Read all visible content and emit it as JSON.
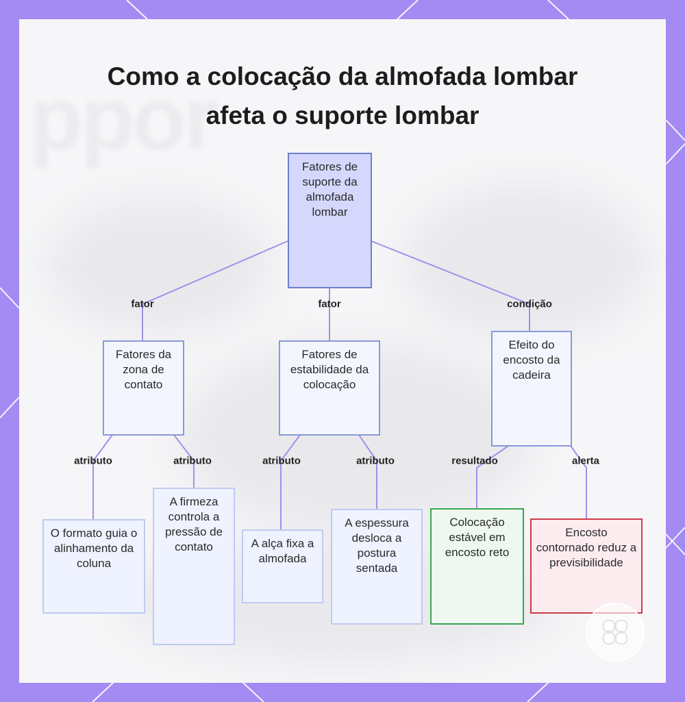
{
  "title": {
    "line1": "Como a colocação da almofada lombar",
    "line2": "afeta o suporte lombar"
  },
  "colors": {
    "border_purple": "#a48bf3",
    "connector": "#a68de9",
    "root_fill": "#d5d8fc",
    "ok_border": "#3aa54d",
    "warn_border": "#cd3a49"
  },
  "nodes": {
    "root": {
      "label": "Fatores de suporte da almofada lombar"
    },
    "contact": {
      "label": "Fatores da zona de contato"
    },
    "stability": {
      "label": "Fatores de estabilidade da colocação"
    },
    "backrest": {
      "label": "Efeito do encosto da cadeira"
    },
    "shape": {
      "label": "O formato guia o alinhamento da coluna"
    },
    "firmness": {
      "label": "A firmeza controla a pressão de contato"
    },
    "strap": {
      "label": "A alça fixa a almofada"
    },
    "thickness": {
      "label": "A espessura desloca a postura sentada"
    },
    "stable": {
      "label": "Colocação estável em encosto reto"
    },
    "contoured": {
      "label": "Encosto contornado reduz a previsibilidade"
    }
  },
  "edges": {
    "root_contact": "fator",
    "root_stability": "fator",
    "root_backrest": "condição",
    "contact_shape": "atributo",
    "contact_firmness": "atributo",
    "stability_strap": "atributo",
    "stability_thickness": "atributo",
    "backrest_stable": "resultado",
    "backrest_contoured": "alerta"
  },
  "icons": {
    "logo": "brand-logo-icon"
  }
}
